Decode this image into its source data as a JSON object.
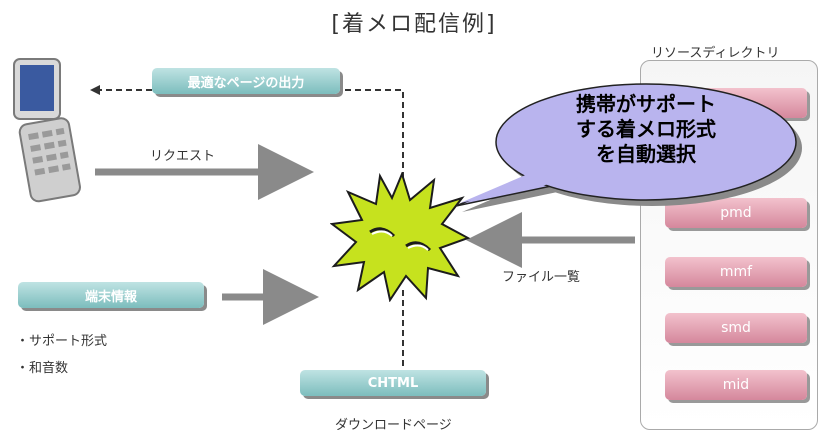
{
  "title": "[着メロ配信例]",
  "resource_title": "リソースディレクトリ",
  "output_label": "最適なページの出力",
  "request_label": "リクエスト",
  "terminal_info_label": "端末情報",
  "bullets": [
    "・サポート形式",
    "・和音数"
  ],
  "file_list_label": "ファイル一覧",
  "chtml_label": "CHTML",
  "download_label": "ダウンロードページ",
  "callout_lines": [
    "携帯がサポート",
    "する着メロ形式",
    "を自動選択"
  ],
  "resource_items": [
    "mmf",
    "smd",
    "mid"
  ],
  "hidden_item_partial": "pmd",
  "colors": {
    "teal": "#7cbdbd",
    "pink": "#d5879c",
    "callout": "#b9b4ee",
    "burst": "#c6e21e"
  }
}
